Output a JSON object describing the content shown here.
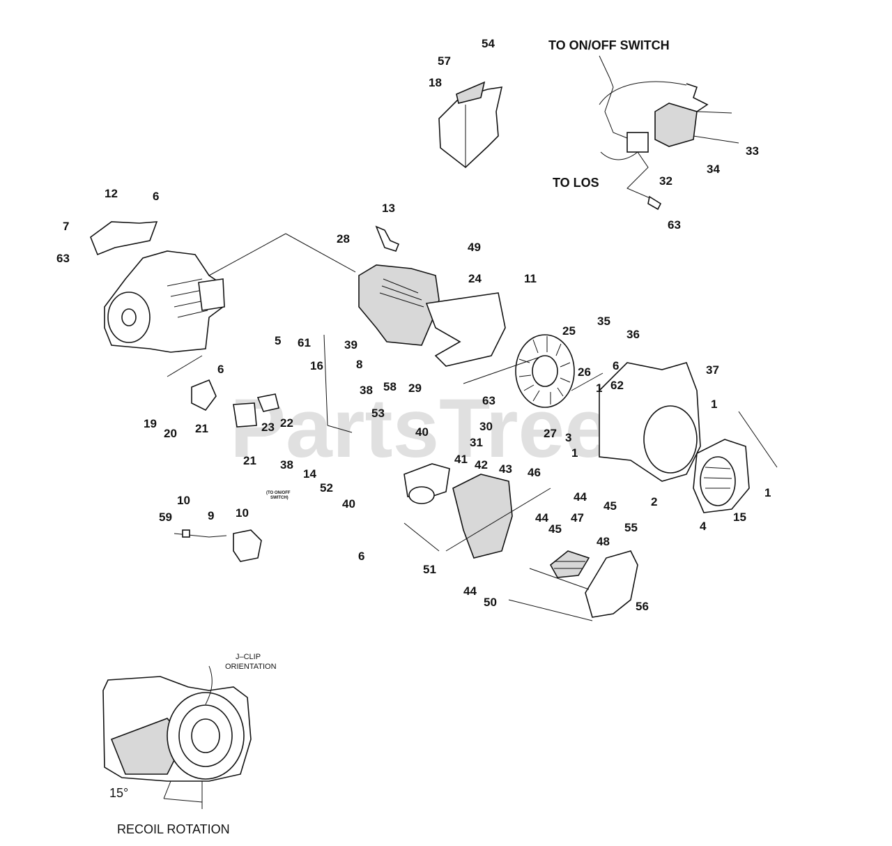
{
  "watermark": "PartsTree",
  "callouts": [
    {
      "id": "c54",
      "text": "54"
    },
    {
      "id": "c57",
      "text": "57"
    },
    {
      "id": "c18",
      "text": "18"
    },
    {
      "id": "c33",
      "text": "33"
    },
    {
      "id": "c34",
      "text": "34"
    },
    {
      "id": "c32",
      "text": "32"
    },
    {
      "id": "c63a",
      "text": "63"
    },
    {
      "id": "c12",
      "text": "12"
    },
    {
      "id": "c6a",
      "text": "6"
    },
    {
      "id": "c7",
      "text": "7"
    },
    {
      "id": "c63b",
      "text": "63"
    },
    {
      "id": "c13",
      "text": "13"
    },
    {
      "id": "c28",
      "text": "28"
    },
    {
      "id": "c49",
      "text": "49"
    },
    {
      "id": "c24",
      "text": "24"
    },
    {
      "id": "c11",
      "text": "11"
    },
    {
      "id": "c39",
      "text": "39"
    },
    {
      "id": "c5",
      "text": "5"
    },
    {
      "id": "c61",
      "text": "61"
    },
    {
      "id": "c16",
      "text": "16"
    },
    {
      "id": "c6b",
      "text": "6"
    },
    {
      "id": "c8",
      "text": "8"
    },
    {
      "id": "c58",
      "text": "58"
    },
    {
      "id": "c63c",
      "text": "63"
    },
    {
      "id": "c25",
      "text": "25"
    },
    {
      "id": "c35",
      "text": "35"
    },
    {
      "id": "c36",
      "text": "36"
    },
    {
      "id": "c6c",
      "text": "6"
    },
    {
      "id": "c37",
      "text": "37"
    },
    {
      "id": "c26",
      "text": "26"
    },
    {
      "id": "c1a",
      "text": "1"
    },
    {
      "id": "c62",
      "text": "62"
    },
    {
      "id": "c1b",
      "text": "1"
    },
    {
      "id": "c19",
      "text": "19"
    },
    {
      "id": "c20",
      "text": "20"
    },
    {
      "id": "c21a",
      "text": "21"
    },
    {
      "id": "c22",
      "text": "22"
    },
    {
      "id": "c23",
      "text": "23"
    },
    {
      "id": "c21b",
      "text": "21"
    },
    {
      "id": "c38a",
      "text": "38"
    },
    {
      "id": "c29",
      "text": "29"
    },
    {
      "id": "c53",
      "text": "53"
    },
    {
      "id": "c30",
      "text": "30"
    },
    {
      "id": "c40a",
      "text": "40"
    },
    {
      "id": "c31",
      "text": "31"
    },
    {
      "id": "c27",
      "text": "27"
    },
    {
      "id": "c3",
      "text": "3"
    },
    {
      "id": "c1c",
      "text": "1"
    },
    {
      "id": "c38b",
      "text": "38"
    },
    {
      "id": "c14",
      "text": "14"
    },
    {
      "id": "c52",
      "text": "52"
    },
    {
      "id": "c41",
      "text": "41"
    },
    {
      "id": "c42",
      "text": "42"
    },
    {
      "id": "c43",
      "text": "43"
    },
    {
      "id": "c46",
      "text": "46"
    },
    {
      "id": "c44a",
      "text": "44"
    },
    {
      "id": "c45a",
      "text": "45"
    },
    {
      "id": "c2",
      "text": "2"
    },
    {
      "id": "c1d",
      "text": "1"
    },
    {
      "id": "c4",
      "text": "4"
    },
    {
      "id": "c15",
      "text": "15"
    },
    {
      "id": "c40b",
      "text": "40"
    },
    {
      "id": "c47",
      "text": "47"
    },
    {
      "id": "c44b",
      "text": "44"
    },
    {
      "id": "c45b",
      "text": "45"
    },
    {
      "id": "c59",
      "text": "59"
    },
    {
      "id": "c10a",
      "text": "10"
    },
    {
      "id": "c9",
      "text": "9"
    },
    {
      "id": "c10b",
      "text": "10"
    },
    {
      "id": "c6d",
      "text": "6"
    },
    {
      "id": "c51",
      "text": "51"
    },
    {
      "id": "c48",
      "text": "48"
    },
    {
      "id": "c55",
      "text": "55"
    },
    {
      "id": "c44c",
      "text": "44"
    },
    {
      "id": "c50",
      "text": "50"
    },
    {
      "id": "c56",
      "text": "56"
    }
  ],
  "annotations": {
    "to_onoff_switch": "TO ON/OFF SWITCH",
    "to_los": "TO LOS",
    "small_note_line1": "(TO ON/OFF",
    "small_note_line2": "SWITCH)",
    "jclip_line1": "J–CLIP",
    "jclip_line2": "ORIENTATION",
    "angle": "15°",
    "recoil_rotation": "RECOIL  ROTATION"
  }
}
